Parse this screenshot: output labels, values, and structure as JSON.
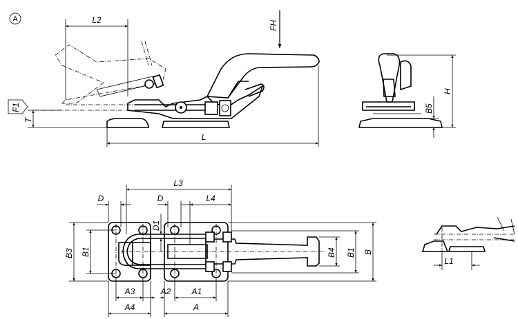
{
  "view_marker": "A",
  "side_view": {
    "L2": "L2",
    "FH": "FH",
    "F1": "F1",
    "T": "T",
    "L": "L"
  },
  "end_view": {
    "H": "H",
    "B5": "B5"
  },
  "top_view": {
    "L3": "L3",
    "D_left": "D",
    "D_right": "D",
    "L4": "L4",
    "D1": "D1",
    "B3": "B3",
    "B1_left": "B1",
    "B4": "B4",
    "B1_right": "B1",
    "B": "B",
    "A3": "A3",
    "A2": "A2",
    "A1": "A1",
    "A4": "A4",
    "A": "A"
  },
  "detail_view": {
    "L1": "L1"
  }
}
